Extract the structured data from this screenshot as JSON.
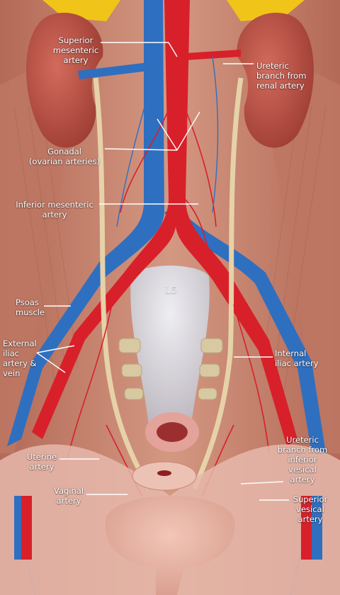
{
  "labels": {
    "superior_mesenteric": "Superior\nmesenteric\nartery",
    "ureteric_renal": "Ureteric\nbranch from\nrenal artery",
    "gonadal": "Gonadal\n(ovarian arteries)",
    "inferior_mesenteric": "Inferior mesenteric\nartery",
    "psoas": "Psoas\nmuscle",
    "external_iliac": "External\niliac\nartery &\nvein",
    "internal_iliac": "Internal\niliac artery",
    "uterine": "Uterine\nartery",
    "vaginal": "Vaginal\nartery",
    "ureteric_inferior_vesical": "Ureteric\nbranch from\ninferior\nvesical\nartery",
    "superior_vesical": "Superior\nvesical\nartery",
    "vertebra": "L5"
  },
  "colors": {
    "artery": "#d8202a",
    "vein": "#2f6fc0",
    "ureter": "#e6d2a8",
    "kidney": "#b84a3e",
    "muscle": "#c9826c",
    "bone": "#d9d6dc",
    "adrenal": "#f0c419",
    "label_text": "#ffffff"
  }
}
